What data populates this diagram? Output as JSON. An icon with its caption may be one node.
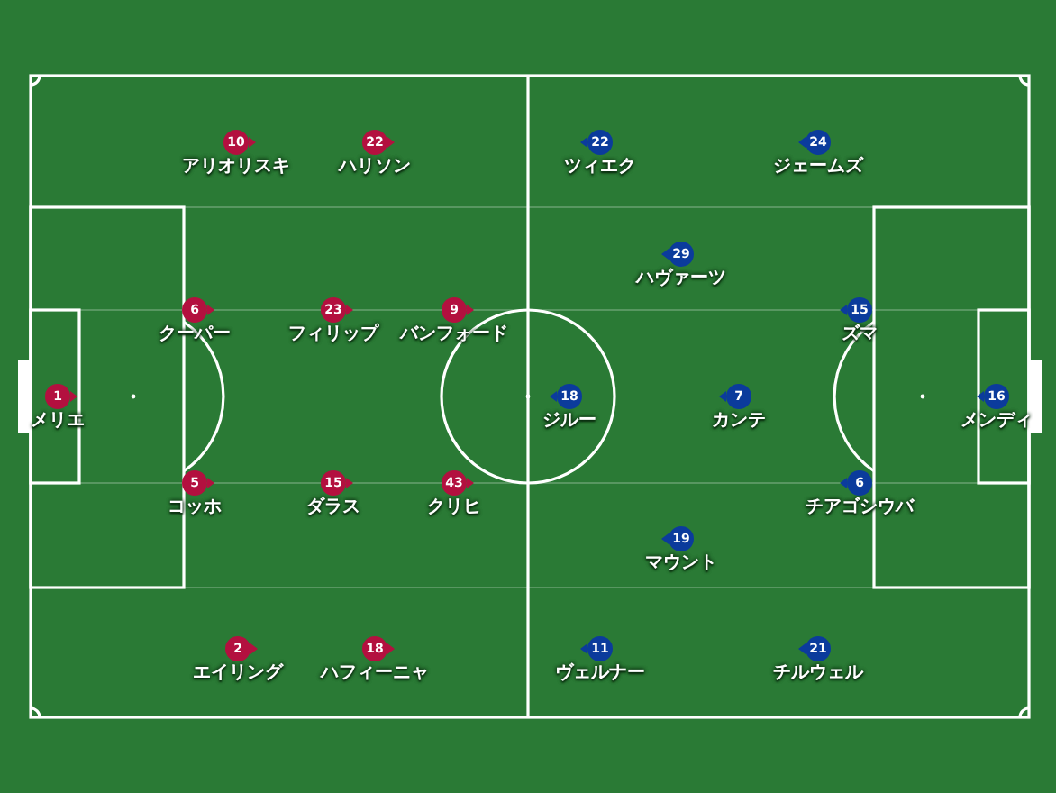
{
  "diagram": {
    "nodes": [
      {
        "text": [
          "10",
          "アリオリスキ"
        ]
      },
      {
        "text": [
          "22",
          "ハリソン"
        ]
      },
      {
        "text": [
          "22",
          "ツィエク"
        ]
      },
      {
        "text": [
          "24",
          "ジェームズ"
        ]
      },
      {
        "text": [
          "29",
          "ハヴァーツ"
        ]
      },
      {
        "text": [
          "6",
          "クーパー"
        ]
      },
      {
        "text": [
          "23",
          "フィリップ"
        ]
      },
      {
        "text": [
          "9",
          "バンフォード"
        ]
      },
      {
        "text": [
          "15",
          "ズマ"
        ]
      },
      {
        "text": [
          "1",
          "メリエ"
        ]
      },
      {
        "text": [
          "18",
          "ジルー"
        ]
      },
      {
        "text": [
          "7",
          "カンテ"
        ]
      },
      {
        "text": [
          "16",
          "メンディ"
        ]
      },
      {
        "text": [
          "5",
          "コッホ"
        ]
      },
      {
        "text": [
          "15",
          "ダラス"
        ]
      },
      {
        "text": [
          "43",
          "クリヒ"
        ]
      },
      {
        "text": [
          "6",
          "チアゴシウバ"
        ]
      },
      {
        "text": [
          "19",
          "マウント"
        ]
      },
      {
        "text": [
          "2",
          "エイリング"
        ]
      },
      {
        "text": [
          "18",
          "ハフィーニャ"
        ]
      },
      {
        "text": [
          "11",
          "ヴェルナー"
        ]
      },
      {
        "text": [
          "21",
          "チルウェル"
        ]
      }
    ]
  }
}
